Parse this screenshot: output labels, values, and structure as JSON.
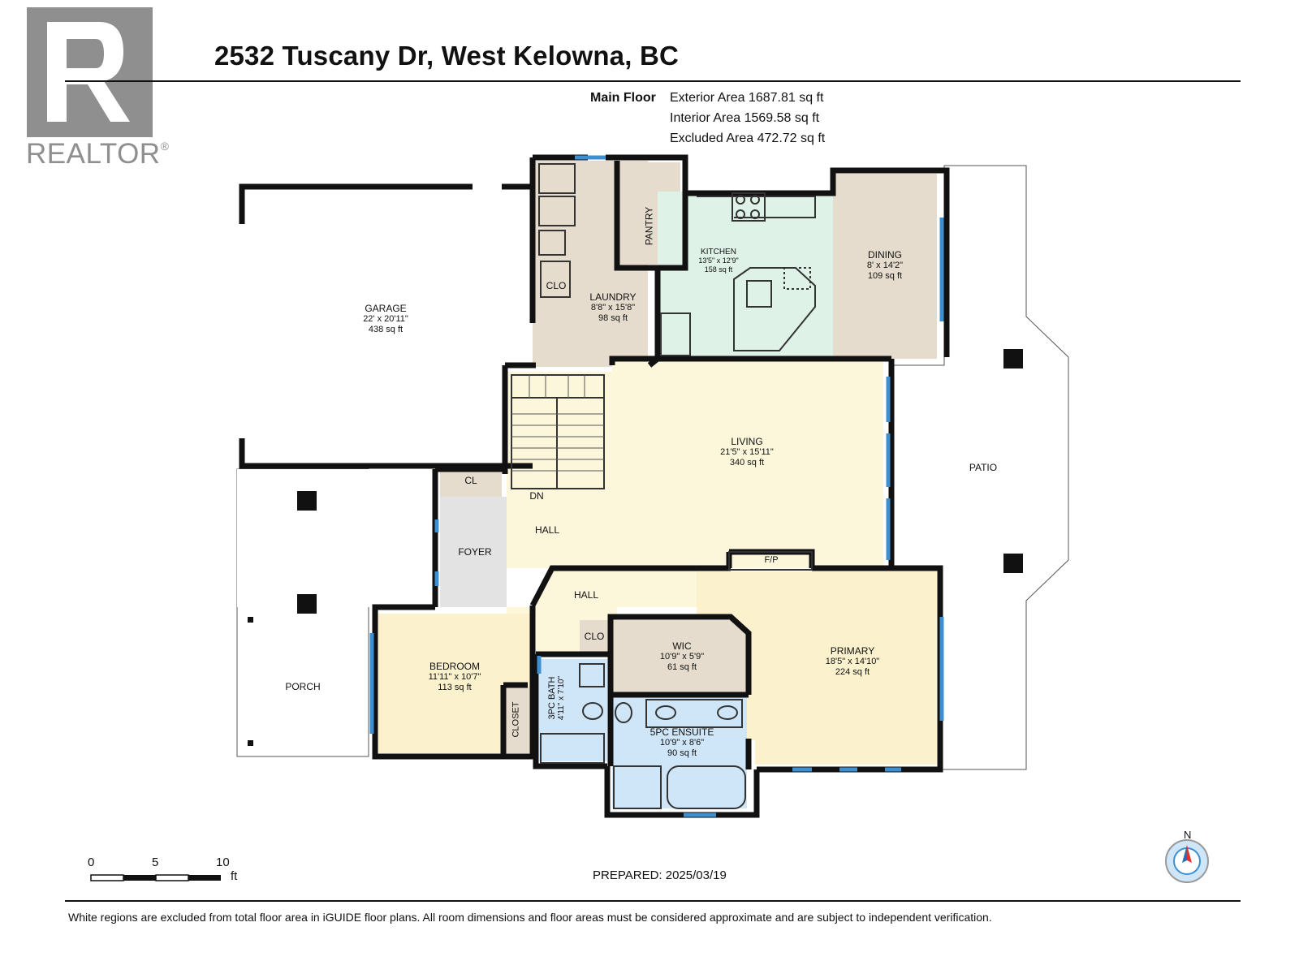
{
  "header": {
    "title": "2532 Tuscany Dr, West Kelowna, BC",
    "floor_name": "Main Floor",
    "exterior_area": "Exterior Area 1687.81 sq ft",
    "interior_area": "Interior Area 1569.58 sq ft",
    "excluded_area": "Excluded Area 472.72 sq ft"
  },
  "logo": {
    "text": "REALTOR",
    "mark": "®",
    "icon": "realtor-logo-icon"
  },
  "rooms": {
    "garage": {
      "name": "GARAGE",
      "dims": "22' x 20'11\"",
      "area": "438 sq ft"
    },
    "laundry": {
      "name": "LAUNDRY",
      "dims": "8'8\" x 15'8\"",
      "area": "98 sq ft"
    },
    "kitchen": {
      "name": "KITCHEN",
      "dims": "13'5\" x 12'9\"",
      "area": "158 sq ft"
    },
    "dining": {
      "name": "DINING",
      "dims": "8' x 14'2\"",
      "area": "109 sq ft"
    },
    "living": {
      "name": "LIVING",
      "dims": "21'5\" x 15'11\"",
      "area": "340 sq ft"
    },
    "wic": {
      "name": "WIC",
      "dims": "10'9\" x 5'9\"",
      "area": "61 sq ft"
    },
    "primary": {
      "name": "PRIMARY",
      "dims": "18'5\" x 14'10\"",
      "area": "224 sq ft"
    },
    "bedroom": {
      "name": "BEDROOM",
      "dims": "11'11\" x 10'7\"",
      "area": "113 sq ft"
    },
    "bath": {
      "name": "3PC BATH",
      "dims": "4'11\" x 7'10\""
    },
    "ensuite": {
      "name": "5PC ENSUITE",
      "dims": "10'9\" x 8'6\"",
      "area": "90 sq ft"
    }
  },
  "labels": {
    "pantry": "PANTRY",
    "clo_laundry": "CLO",
    "clo_hall": "CLO",
    "cl": "CL",
    "closet": "CLOSET",
    "dn": "DN",
    "hall_upper": "HALL",
    "hall_lower": "HALL",
    "foyer": "FOYER",
    "fp": "F/P",
    "patio": "PATIO",
    "porch": "PORCH"
  },
  "scale": {
    "zero": "0",
    "five": "5",
    "ten": "10",
    "unit": "ft"
  },
  "compass": {
    "label": "N",
    "icon": "north-arrow-icon"
  },
  "footer": {
    "prepared": "PREPARED: 2025/03/19",
    "disclaimer": "White regions are excluded from total floor area in iGUIDE floor plans. All room dimensions and floor areas must be considered approximate and are subject to independent verification."
  },
  "colors": {
    "laundry": "#e6dccd",
    "kitchen": "#dff2e8",
    "dining": "#e6dccd",
    "living": "#fcf7db",
    "wic": "#e6dccd",
    "primary": "#fbf1cc",
    "bedroom": "#fbf1cc",
    "bath": "#cfe6f8",
    "foyer": "#e3e3e3",
    "window": "#3e8fd0",
    "wall": "#111111"
  }
}
